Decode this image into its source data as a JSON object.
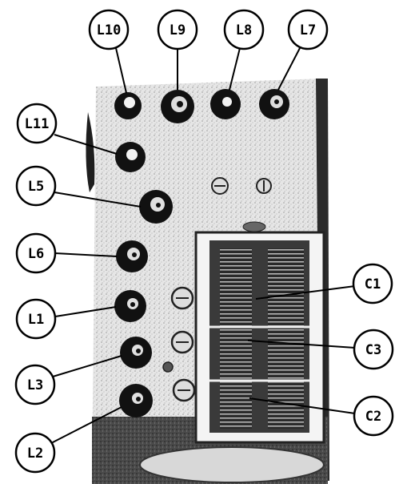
{
  "figure": {
    "callouts": [
      {
        "id": "L10",
        "label": "L10"
      },
      {
        "id": "L9",
        "label": "L9"
      },
      {
        "id": "L8",
        "label": "L8"
      },
      {
        "id": "L7",
        "label": "L7"
      },
      {
        "id": "L11",
        "label": "L11"
      },
      {
        "id": "L5",
        "label": "L5"
      },
      {
        "id": "L6",
        "label": "L6"
      },
      {
        "id": "L1",
        "label": "L1"
      },
      {
        "id": "L3",
        "label": "L3"
      },
      {
        "id": "L2",
        "label": "L2"
      },
      {
        "id": "C1",
        "label": "C1"
      },
      {
        "id": "C3",
        "label": "C3"
      },
      {
        "id": "C2",
        "label": "C2"
      }
    ]
  }
}
